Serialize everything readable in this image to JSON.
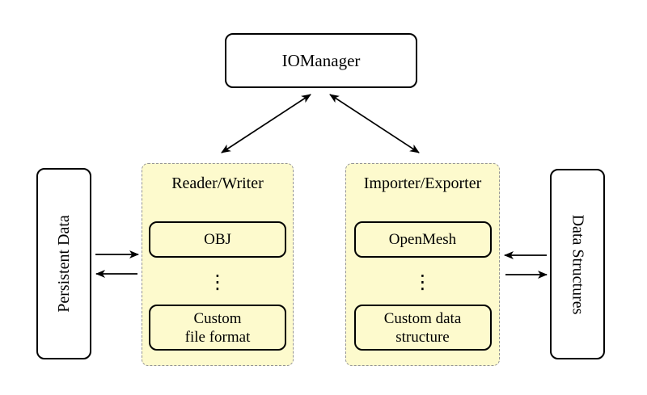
{
  "nodes": {
    "io_manager": "IOManager",
    "persistent_data": "Persistent Data",
    "data_structures": "Data Structures"
  },
  "panels": {
    "reader_writer": {
      "title": "Reader/Writer",
      "item1": "OBJ",
      "ellipsis": "⋮",
      "item2_line1": "Custom",
      "item2_line2": "file format"
    },
    "importer_exporter": {
      "title": "Importer/Exporter",
      "item1": "OpenMesh",
      "ellipsis": "⋮",
      "item2_line1": "Custom data",
      "item2_line2": "structure"
    }
  },
  "connections": [
    {
      "from": "IOManager",
      "to": "Reader/Writer",
      "style": "double-headed"
    },
    {
      "from": "IOManager",
      "to": "Importer/Exporter",
      "style": "double-headed"
    },
    {
      "from": "Persistent Data",
      "to": "Reader/Writer",
      "style": "arrow-right"
    },
    {
      "from": "Reader/Writer",
      "to": "Persistent Data",
      "style": "arrow-left"
    },
    {
      "from": "Data Structures",
      "to": "Importer/Exporter",
      "style": "arrow-left"
    },
    {
      "from": "Importer/Exporter",
      "to": "Data Structures",
      "style": "arrow-right"
    }
  ],
  "colors": {
    "background": "#FFFFFF",
    "panel_fill": "#FDFACD",
    "panel_border": "#949494",
    "node_border": "#000000",
    "arrow": "#000000"
  }
}
